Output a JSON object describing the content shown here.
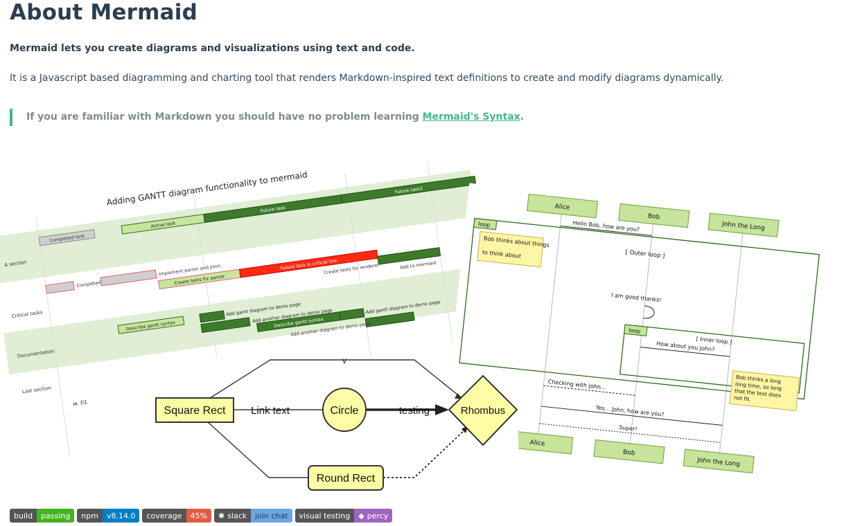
{
  "header": {
    "title": "About Mermaid"
  },
  "intro": {
    "lead": "Mermaid lets you create diagrams and visualizations using text and code.",
    "description": "It is a Javascript based diagramming and charting tool that renders Markdown-inspired text definitions to create and modify diagrams dynamically.",
    "quote_text": "If you are familiar with Markdown you should have no problem learning ",
    "quote_link": "Mermaid's Syntax",
    "quote_end": "."
  },
  "gantt": {
    "title": "Adding GANTT diagram functionality to mermaid",
    "sections": [
      "A section",
      "Critical tasks",
      "Documentation",
      "Last section"
    ],
    "tasks": [
      "Completed task",
      "Active task",
      "Future task",
      "Future task2",
      "Completed task in the critical line",
      "Implement parser and jison",
      "Create tests for parser",
      "Future task in critical line",
      "Create tests for renderer",
      "Add to mermaid",
      "Describe gantt syntax",
      "Add gantt diagram to demo page",
      "Add another diagram to demo page",
      "Describe gantt syntax",
      "Add gantt diagram to demo page",
      "Add another diagram to demo page"
    ],
    "axis_tick": "w. 01"
  },
  "sequence": {
    "actors": [
      "Alice",
      "Bob",
      "John the Long"
    ],
    "messages": [
      "Hello Bob, how are you?",
      "I am good thanks!",
      "How about you John?",
      "Checking with John...",
      "Yes... John, how are you?",
      "Super!"
    ],
    "loops": [
      "loop",
      "[ Outer loop ]",
      "loop",
      "[ Inner loop ]"
    ],
    "notes": [
      "Bob thinks about things",
      "to think about",
      "Bob thinks a long",
      "long time, so long",
      "that the text does",
      "not fit."
    ]
  },
  "flowchart": {
    "nodes": [
      "Square Rect",
      "Circle",
      "Rhombus",
      "Round Rect"
    ],
    "edges": [
      "Link text",
      "testing",
      "v"
    ]
  },
  "badges": [
    {
      "left": "build",
      "right": "passing",
      "color": "#4c1"
    },
    {
      "left": "npm",
      "right": "v8.14.0",
      "color": "#007ec6"
    },
    {
      "left": "coverage",
      "right": "45%",
      "color": "#e05d44"
    },
    {
      "left": "slack",
      "right": "join chat",
      "color": "#6ca6e0"
    },
    {
      "left": "visual testing",
      "right": "percy",
      "color": "#9e66bf"
    }
  ]
}
